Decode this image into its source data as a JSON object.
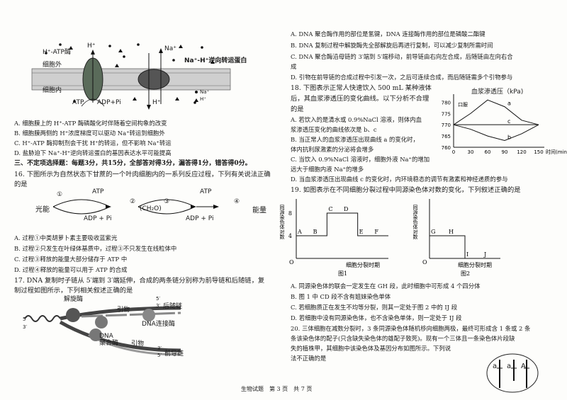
{
  "left": {
    "membrane": {
      "h_atpase": "H⁺-ATP酶",
      "h_top": "H⁺",
      "na_top": "Na⁺",
      "antiporter": "Na⁺-H⁺逆向转运蛋白",
      "outside": "细胞外",
      "inside": "细胞内",
      "atp": "ATP",
      "adp_pi": "ADP+Pi",
      "h_bottom": "H⁺",
      "legend_na": "Na⁺",
      "legend_h": "H⁺"
    },
    "q15_opts": [
      "A. 细胞膜上的 H⁺-ATP 酶磷酸化时伴随着空间构象的改变",
      "B. 细胞膜两侧的 H⁺浓度梯度可以驱动 Na⁺转运到细胞外",
      "C. H⁺-ATP 酶抑制剂会干扰 H⁺的转运，但不影响 Na⁺转运",
      "D. 盐胁迫下 Na⁺-H⁺逆向转运蛋白的基因表达水平可能提高"
    ],
    "section3": "三、不定项选择题：每题3分，共15分，全部答对得3分，漏答得1分，错答得0分。",
    "q16_stem1": "16. 下图所示为自然状态下甘蔗的一个叶肉细胞内的一系列反应过程，下列有关说法正确",
    "q16_stem2": "的是",
    "cycle": {
      "light": "光能",
      "n1": "①",
      "n2": "②",
      "n3": "③",
      "n4": "④",
      "atp1": "ATP",
      "adp1": "ADP + Pi",
      "ch2o": "(CH₂O)",
      "atp2": "ATP",
      "adp2": "ADP + Pi",
      "energy": "能量"
    },
    "q16_opts": [
      "A. 过程①中类胡萝卜素主要吸收蓝紫光",
      "B. 过程②只发生在叶绿体基质中，过程③不只发生在线粒体中",
      "C. 过程③释放的能量大部分储存于 ATP 中",
      "D. 过程④释放的能量可以用于 ATP 的合成"
    ],
    "q17_stem1": "17. DNA 复制时子链从 5′端到 3′端延伸，合成的两条链分别称为前导链和后随链，复",
    "q17_stem2": "制过程如图所示，下列相关叙述正确的是",
    "dna": {
      "helicase": "解旋酶",
      "primer_top": "引物",
      "five_prime_left": "5′",
      "three_prime_left": "3′",
      "five_top": "5′",
      "three_top": "3′",
      "lagging": "后随链",
      "ligase": "DNA连接酶",
      "polymerase": "DNA\n聚合酶",
      "primer_bottom": "引物",
      "three_bottom": "3′",
      "five_bottom": "5′",
      "leading": "前导链"
    }
  },
  "right": {
    "q17_opts": [
      "A. DNA 聚合酶作用的部位是氢键，DNA 连接酶作用的部位是磷酸二酯键",
      "B. DNA 复制过程中解旋酶先全部解旋后再进行复制，可以减少复制所需时间",
      "C. DNA 聚合酶沿母链的 3′端到 5′端移动，前导链由右向左合成，后随链由左向右合",
      "成",
      "D. 引物在前导链的合成过程中引发一次，之后可连续合成，而后随链需多个引物参与"
    ],
    "q18_lines": [
      "18. 下图表示正常人快速饮入 500 mL 某种液体",
      "后，其血浆渗透压的变化曲线。以下分析不合理",
      "的是",
      "A. 若饮入的是清水或 0.9%NaCl 溶液，则体内血",
      "浆渗透压变化的曲线依次是 b、c",
      "B. 当正常人的血浆渗透压出现曲线 a 的变化时，",
      "体内抗利尿激素的分泌将会增多",
      "C. 当饮入 0.9%NaCl 溶液时，细胞外液 Na⁺的增加",
      "远大于细胞内液 Na⁺的增多",
      "D. 当血浆渗透压出现曲线 c 的变化时，内环境稳态的调节有激素和神经递质的参与"
    ],
    "q19_stem": "19. 如图表示在不同细胞分裂过程中同源染色体对数的变化，下列叙述正确的是",
    "q19_opts": [
      "A. 同源染色体的联会一定发生在 GH 段，此时细胞中可形成 4 个四分体",
      "B. 图 1 中 CD 段不含有姐妹染色单体",
      "C. 若细胞质正在发生不均等分裂，则其一定处于图 2 中的 IJ 段",
      "D. 若细胞中没有同源染色体，也不含染色单体，则一定处于 IJ 段"
    ],
    "q20_lines": [
      "20. 三体细胞在减数分裂时，3 条同源染色体随机移向细胞两极，最终可形成含 1 条或 2 条",
      "条该染色体的配子(只含缺失染色体的雄配子致死)。现有一个三体且一条染色体片段缺",
      "失的植株甲，其细胞中该染色体及基因分布如图所示。下列说",
      "法不正确的是"
    ]
  },
  "bp_chart": {
    "type": "line",
    "title": "血浆渗透压（kPa)",
    "ylabel": "血浆渗透压（kPa)",
    "xlabel": "时间(min)",
    "yticks": [
      "780",
      "775",
      "770",
      "765",
      "760"
    ],
    "xticks": [
      "0",
      "30",
      "60",
      "90",
      "120",
      "150"
    ],
    "ylim": [
      760,
      782
    ],
    "xlim": [
      0,
      150
    ],
    "drink_label": "口服",
    "series": [
      {
        "name": "a",
        "x": [
          0,
          30,
          60,
          90,
          120,
          150
        ],
        "y": [
          770,
          775,
          781,
          778,
          772,
          770
        ]
      },
      {
        "name": "b",
        "x": [
          0,
          30,
          60,
          90,
          120,
          150
        ],
        "y": [
          770,
          768,
          765,
          763,
          766,
          770
        ]
      },
      {
        "name": "c",
        "x": [
          0,
          30,
          60,
          90,
          120,
          150
        ],
        "y": [
          770,
          770,
          770,
          770,
          770,
          770
        ]
      }
    ]
  },
  "chart_data": [
    {
      "type": "line",
      "title": "图1",
      "ylabel": "同源染色体对数",
      "xlabel": "细胞分裂时期",
      "y_ticks": [
        "8",
        "4"
      ],
      "segments": [
        {
          "label": "A",
          "y": 4
        },
        {
          "label": "B",
          "y": 4
        },
        {
          "label": "C",
          "y": 8
        },
        {
          "label": "D",
          "y": 8
        },
        {
          "label": "E",
          "y": 4
        },
        {
          "label": "F",
          "y": 4
        }
      ],
      "origin": "O"
    },
    {
      "type": "line",
      "title": "图2",
      "ylabel": "同源染色体对数",
      "xlabel": "细胞分裂时期",
      "segments": [
        {
          "label": "G",
          "y": 4
        },
        {
          "label": "H",
          "y": 4
        },
        {
          "label": "I",
          "y": 0
        },
        {
          "label": "J",
          "y": 0
        }
      ],
      "origin": "O"
    }
  ],
  "cell_fig": {
    "genes": [
      "a",
      "a",
      "A"
    ]
  },
  "footer": "生物试题　第 3 页　共 7 页"
}
